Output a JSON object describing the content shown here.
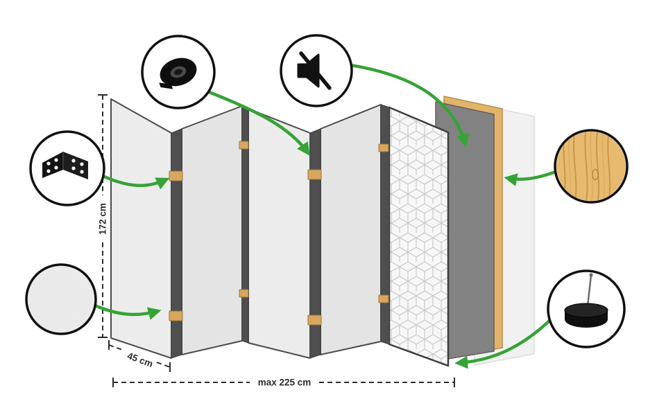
{
  "diagram": {
    "labels": {
      "height": "172 cm",
      "panel_width": "45 cm",
      "max_width": "max 225 cm"
    },
    "callouts": [
      {
        "name": "tape-callout",
        "icon": "tape-roll-icon"
      },
      {
        "name": "mute-callout",
        "icon": "muted-speaker-icon"
      },
      {
        "name": "hinge-callout",
        "icon": "hinge-icon"
      },
      {
        "name": "plaster-callout",
        "icon": "plaster-texture-swatch"
      },
      {
        "name": "wood-callout",
        "icon": "wood-texture-swatch"
      },
      {
        "name": "felt-pad-callout",
        "icon": "felt-pad-with-nail-icon"
      }
    ],
    "colors": {
      "arrow_green": "#35a335",
      "panel_light": "#ececec",
      "panel_shade": "#e4e4e4",
      "panel_edge": "#4f4f4f",
      "board_gray": "#828282",
      "wood_frame": "#e2b469",
      "hinge_wood": "#d8a65f",
      "pattern_line": "#c6c6c6",
      "dimension": "#2d2d2d",
      "background": "#ffffff"
    }
  }
}
